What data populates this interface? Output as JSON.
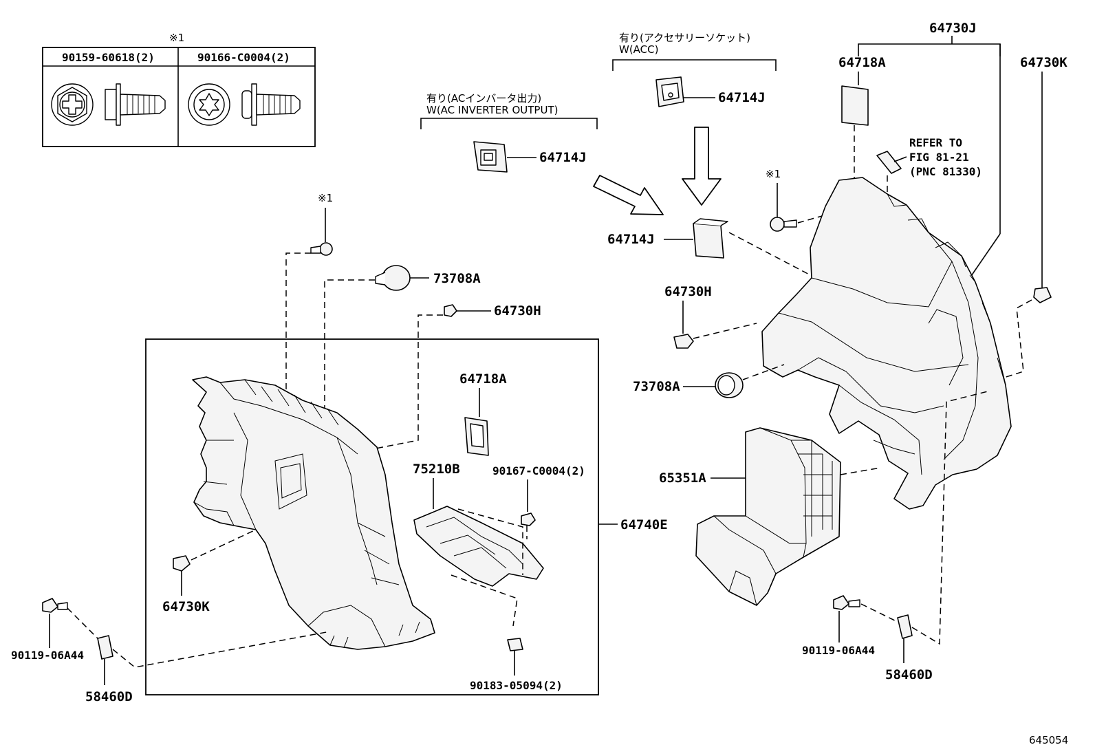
{
  "fastener_table": {
    "marker": "※1",
    "col1_label": "90159-60618(2)",
    "col2_label": "90166-C0004(2)"
  },
  "notes": {
    "ac_inverter_line1": "有り(ACインバータ出力)",
    "ac_inverter_line2": "W(AC INVERTER OUTPUT)",
    "acc_socket_line1": "有り(アクセサリーソケット)",
    "acc_socket_line2": "W(ACC)",
    "refer_line1": "REFER TO",
    "refer_line2": "FIG 81-21",
    "refer_line3": "(PNC 81330)"
  },
  "markers": {
    "left_screw": "※1",
    "right_screw": "※1"
  },
  "parts": {
    "p64730J": "64730J",
    "p64718A_top": "64718A",
    "p64730K_right": "64730K",
    "p64714J_acc": "64714J",
    "p64714J_inv": "64714J",
    "p64714J_center": "64714J",
    "p64730H_right": "64730H",
    "p73708A_right": "73708A",
    "p65351A": "65351A",
    "p90119_right": "90119-06A44",
    "p58460D_right": "58460D",
    "p73708A_left": "73708A",
    "p64730H_left": "64730H",
    "p64718A_left": "64718A",
    "p75210B": "75210B",
    "p90167": "90167-C0004(2)",
    "p64740E": "64740E",
    "p64730K_left": "64730K",
    "p90119_left": "90119-06A44",
    "p58460D_left": "58460D",
    "p90183": "90183-05094(2)"
  },
  "figure_id": "645054"
}
